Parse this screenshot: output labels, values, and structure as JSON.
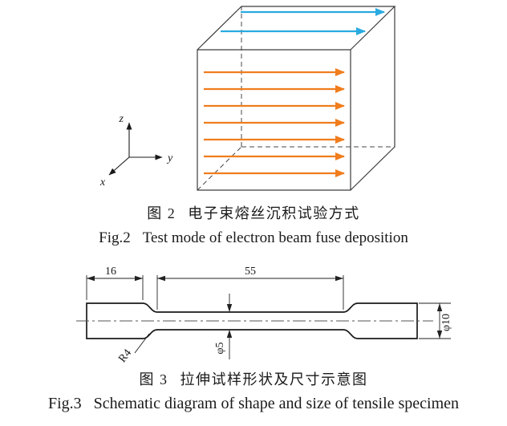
{
  "figure2": {
    "caption_zh": {
      "label": "图 2",
      "title": "电子束熔丝沉积试验方式"
    },
    "caption_en": {
      "label": "Fig.2",
      "title": "Test mode of electron beam fuse deposition"
    },
    "axis_labels": {
      "x": "x",
      "y": "y",
      "z": "z"
    },
    "colors": {
      "top_layer_arrows": "#29aae1",
      "deposited_layer_arrows": "#f07d1d"
    },
    "arrows": {
      "top_face_count": 2,
      "front_face_count": 7,
      "direction": "rightward"
    }
  },
  "figure3": {
    "caption_zh": {
      "label": "图 3",
      "title": "拉伸试样形状及尺寸示意图"
    },
    "caption_en": {
      "label": "Fig.3",
      "title": "Schematic diagram of shape and size of tensile specimen"
    },
    "dimensions": {
      "grip_section_length": "16",
      "gauge_length": "55",
      "fillet_radius": "R4",
      "gauge_diameter": "φ5",
      "grip_diameter": "φ10"
    }
  }
}
